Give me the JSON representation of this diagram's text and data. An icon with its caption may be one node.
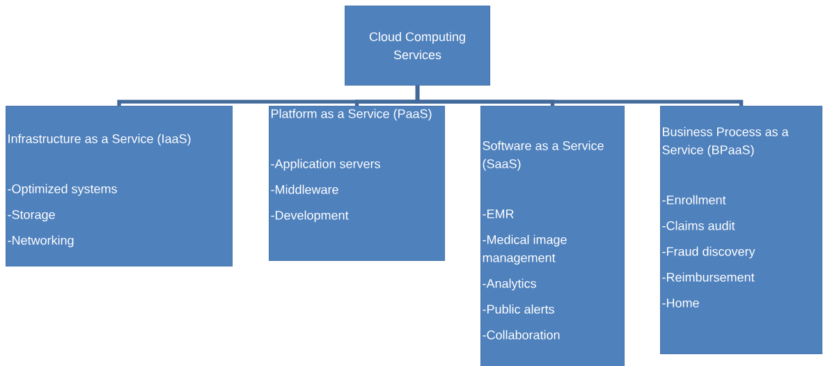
{
  "diagram": {
    "nodes": [
      {
        "text": [
          "Cloud Computing Services"
        ]
      },
      {
        "text": [
          "Infrastructure as a Service (IaaS)",
          "-Optimized systems",
          "-Storage",
          "-Networking"
        ]
      },
      {
        "text": [
          "Platform as a Service (PaaS)",
          "-Application servers",
          "-Middleware",
          "-Development"
        ]
      },
      {
        "text": [
          "Software as a Service (SaaS)",
          "-EMR",
          "-Medical image management",
          "-Analytics",
          "-Public alerts",
          "-Collaboration"
        ]
      },
      {
        "text": [
          "Business Process as a Service (BPaaS)",
          "-Enrollment",
          "-Claims audit",
          "-Fraud discovery",
          "-Reimbursement",
          "-Home"
        ]
      }
    ],
    "edges": [
      {
        "from": 0,
        "to": 1,
        "arrow": "none"
      },
      {
        "from": 0,
        "to": 2,
        "arrow": "none"
      },
      {
        "from": 0,
        "to": 3,
        "arrow": "none"
      },
      {
        "from": 0,
        "to": 4,
        "arrow": "none"
      }
    ]
  }
}
